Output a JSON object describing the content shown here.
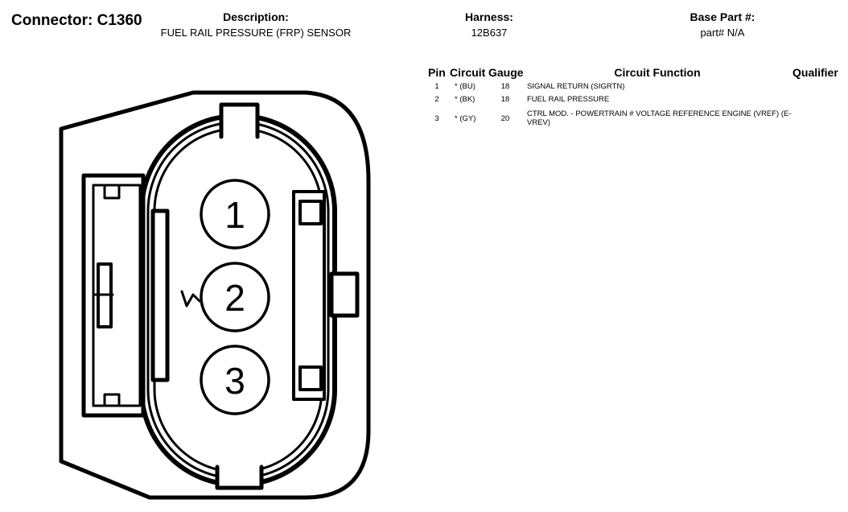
{
  "connector": {
    "title": "Connector: C1360"
  },
  "description": {
    "label": "Description:",
    "value": "FUEL RAIL PRESSURE (FRP) SENSOR"
  },
  "harness": {
    "label": "Harness:",
    "value": "12B637"
  },
  "base_part": {
    "label": "Base Part #:",
    "value": "part# N/A"
  },
  "table": {
    "headers": {
      "pin": "Pin",
      "circuit": "Circuit",
      "gauge": "Gauge",
      "function": "Circuit Function",
      "qualifier": "Qualifier"
    },
    "rows": [
      {
        "pin": "1",
        "circuit": "* (BU)",
        "gauge": "18",
        "function": "SIGNAL RETURN (SIGRTN)"
      },
      {
        "pin": "2",
        "circuit": "* (BK)",
        "gauge": "18",
        "function": "FUEL RAIL PRESSURE"
      },
      {
        "pin": "3",
        "circuit": "* (GY)",
        "gauge": "20",
        "function": "CTRL MOD. - POWERTRAIN # VOLTAGE REFERENCE ENGINE (VREF) (E-VREV)"
      }
    ]
  },
  "diagram": {
    "pins": [
      "1",
      "2",
      "3"
    ]
  }
}
